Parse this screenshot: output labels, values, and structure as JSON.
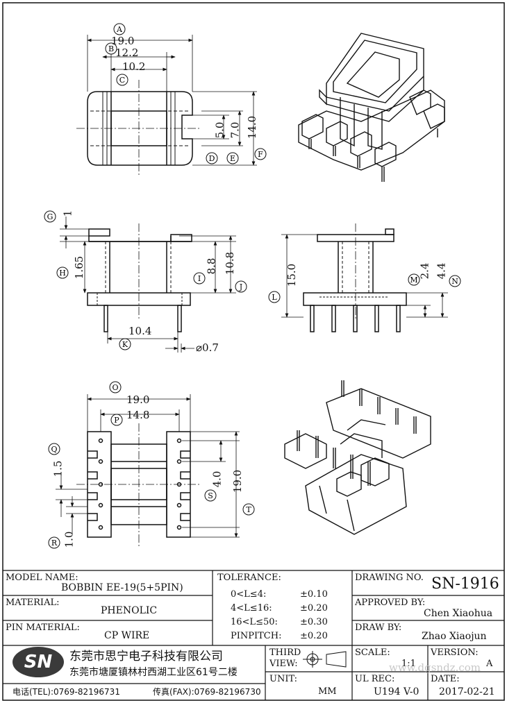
{
  "dims_top": {
    "A": "19.0",
    "B": "12.2",
    "C": "10.2",
    "D": "5.0",
    "E": "7.0",
    "F": "14.0"
  },
  "dims_side": {
    "G": "1",
    "H": "1.65",
    "I": "8.8",
    "J": "10.8",
    "K": "10.4",
    "pin_dia": "⌀0.7"
  },
  "dims_front": {
    "L": "15.0",
    "M": "2.4",
    "N": "4.4"
  },
  "dims_bottom": {
    "O": "19.0",
    "P": "14.8",
    "Q": "1.5",
    "R": "1.0",
    "S": "4.0",
    "T": "19.0"
  },
  "title_block": {
    "model_name_label": "MODEL NAME:",
    "model_name": "BOBBIN EE-19(5+5PIN)",
    "material_label": "MATERIAL:",
    "material": "PHENOLIC",
    "pin_material_label": "PIN MATERIAL:",
    "pin_material": "CP WIRE",
    "tolerance_label": "TOLERANCE:",
    "tol_rows": [
      {
        "range": "0<L≤4:",
        "value": "±0.10"
      },
      {
        "range": "4<L≤16:",
        "value": "±0.20"
      },
      {
        "range": "16<L≤50:",
        "value": "±0.30"
      },
      {
        "range": "PINPITCH:",
        "value": "±0.20"
      }
    ],
    "drawing_no_label": "DRAWING NO.",
    "drawing_no": "SN-1916",
    "approved_by_label": "APPROVED BY:",
    "approved_by": "Chen  Xiaohua",
    "draw_by_label": "DRAW BY:",
    "draw_by": "Zhao  Xiaojun",
    "third_view_label_1": "THIRD",
    "third_view_label_2": "VIEW:",
    "scale_label": "SCALE:",
    "scale": "1:1",
    "version_label": "VERSION:",
    "version": "A",
    "unit_label": "UNIT:",
    "unit": "MM",
    "ul_rec_label": "UL REC:",
    "ul_rec": "U194 V-0",
    "date_label": "DATE:",
    "date": "2017-02-21",
    "logo": "SN",
    "company_name": "东莞市思宁电子科技有限公司",
    "company_address": "东莞市塘厦镇林村西湖工业区61号二楼",
    "tel": "电话(TEL):0769-82196731",
    "fax": "传真(FAX):0769-82196730",
    "watermark": "www.dgsndz.com"
  }
}
